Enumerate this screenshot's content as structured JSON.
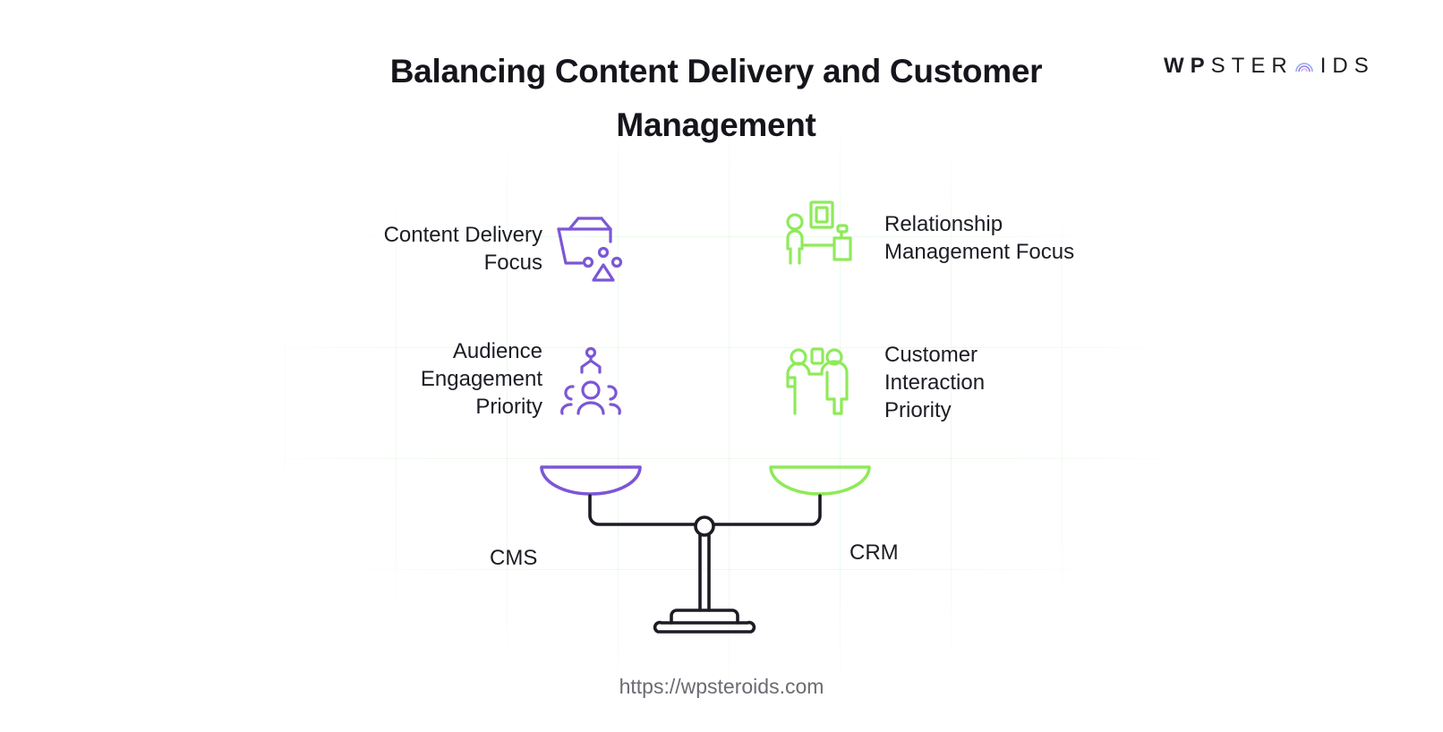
{
  "title": "Balancing Content Delivery and Customer Management",
  "brand": {
    "bold_part": "WP",
    "rest_part_a": "STER",
    "rest_part_b": "IDS"
  },
  "left_items": [
    {
      "label": "Content Delivery Focus",
      "icon": "basket-icon"
    },
    {
      "label": "Audience Engagement Priority",
      "icon": "audience-icon"
    }
  ],
  "right_items": [
    {
      "label": "Relationship Management Focus",
      "icon": "presentation-icon"
    },
    {
      "label": "Customer Interaction Priority",
      "icon": "interaction-icon"
    }
  ],
  "left_side_label": "CMS",
  "right_side_label": "CRM",
  "footer_url": "https://wpsteroids.com",
  "colors": {
    "purple": "#7b57d6",
    "green": "#8fea5a",
    "dark": "#1c1c24"
  }
}
